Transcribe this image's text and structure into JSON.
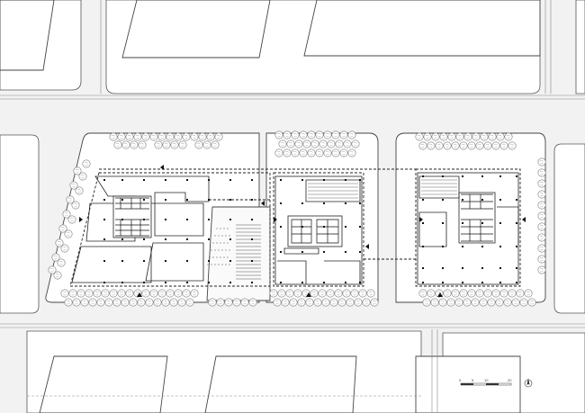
{
  "colors": {
    "background": "#f2f2f2",
    "road_surface": "#eeeeee",
    "block": "#ffffff",
    "line": "#333333",
    "tree": "#777777"
  },
  "scale_bar": {
    "ticks": [
      "0",
      "5",
      "10",
      "20"
    ]
  },
  "icons": {
    "north_arrow": "north-arrow-icon",
    "tree": "tree-icon",
    "column": "column-dot-icon"
  }
}
